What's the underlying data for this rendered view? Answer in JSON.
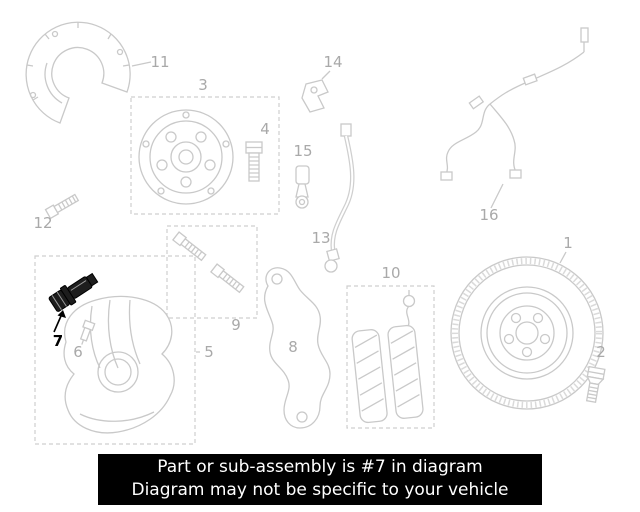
{
  "banner": {
    "line1": "Part or sub-assembly is #7 in diagram",
    "line2": "Diagram may not be specific to your vehicle"
  },
  "diagram": {
    "highlighted_part": "7",
    "labels": [
      {
        "text": "1"
      },
      {
        "text": "2"
      },
      {
        "text": "3"
      },
      {
        "text": "4"
      },
      {
        "text": "5"
      },
      {
        "text": "6"
      },
      {
        "text": "7"
      },
      {
        "text": "8"
      },
      {
        "text": "9"
      },
      {
        "text": "10"
      },
      {
        "text": "11"
      },
      {
        "text": "12"
      },
      {
        "text": "13"
      },
      {
        "text": "14"
      },
      {
        "text": "15"
      },
      {
        "text": "16"
      }
    ]
  },
  "colors": {
    "diagram_line": "#c9c9c9",
    "label_text": "#a9a9a9",
    "highlight": "#1d1d1d",
    "banner_bg": "#000000",
    "banner_text": "#ffffff"
  }
}
